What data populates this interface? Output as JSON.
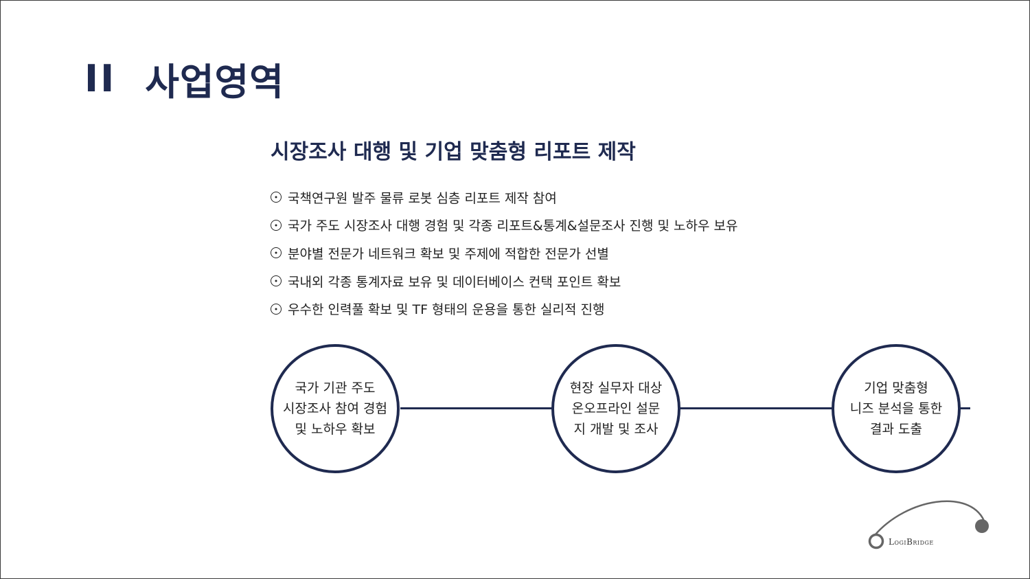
{
  "section": {
    "number": "II",
    "title": "사업영역"
  },
  "subtitle": "시장조사 대행 및 기업 맞춤형 리포트 제작",
  "bullets": [
    "국책연구원 발주 물류 로봇 심층 리포트 제작 참여",
    "국가 주도 시장조사 대행 경험 및 각종 리포트&통계&설문조사 진행 및 노하우 보유",
    "분야별 전문가 네트워크 확보 및 주제에 적합한 전문가 선별",
    "국내외 각종 통계자료 보유 및 데이터베이스 컨택 포인트 확보",
    "우수한 인력풀 확보 및 TF 형태의 운용을 통한 실리적 진행"
  ],
  "process_circles": [
    "국가 기관 주도\n시장조사 참여 경험\n및 노하우 확보",
    "현장 실무자 대상\n온오프라인 설문\n지 개발 및 조사",
    "기업 맞춤형\n니즈 분석을 통한\n결과 도출"
  ],
  "logo": {
    "text": "LogiBridge"
  },
  "colors": {
    "navy": "#1f2a50",
    "text": "#222222",
    "logo_gray": "#666666"
  }
}
